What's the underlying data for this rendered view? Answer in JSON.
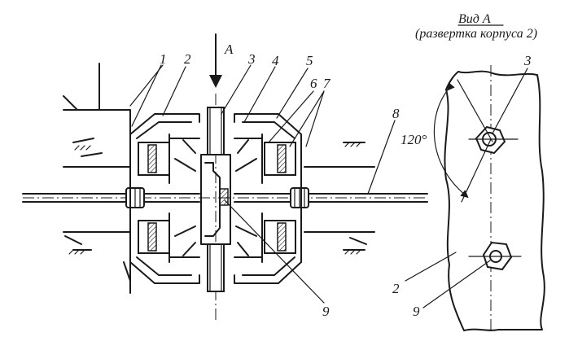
{
  "view_title": "Вид А",
  "view_subtitle": "(развертка корпуса 2)",
  "arrow_label": "A",
  "angle_label": "120°",
  "callouts": {
    "c1": "1",
    "c2": "2",
    "c3": "3",
    "c4": "4",
    "c5": "5",
    "c6": "6",
    "c7": "7",
    "c8": "8",
    "c9": "9",
    "r3": "3",
    "r2": "2",
    "r9": "9"
  }
}
